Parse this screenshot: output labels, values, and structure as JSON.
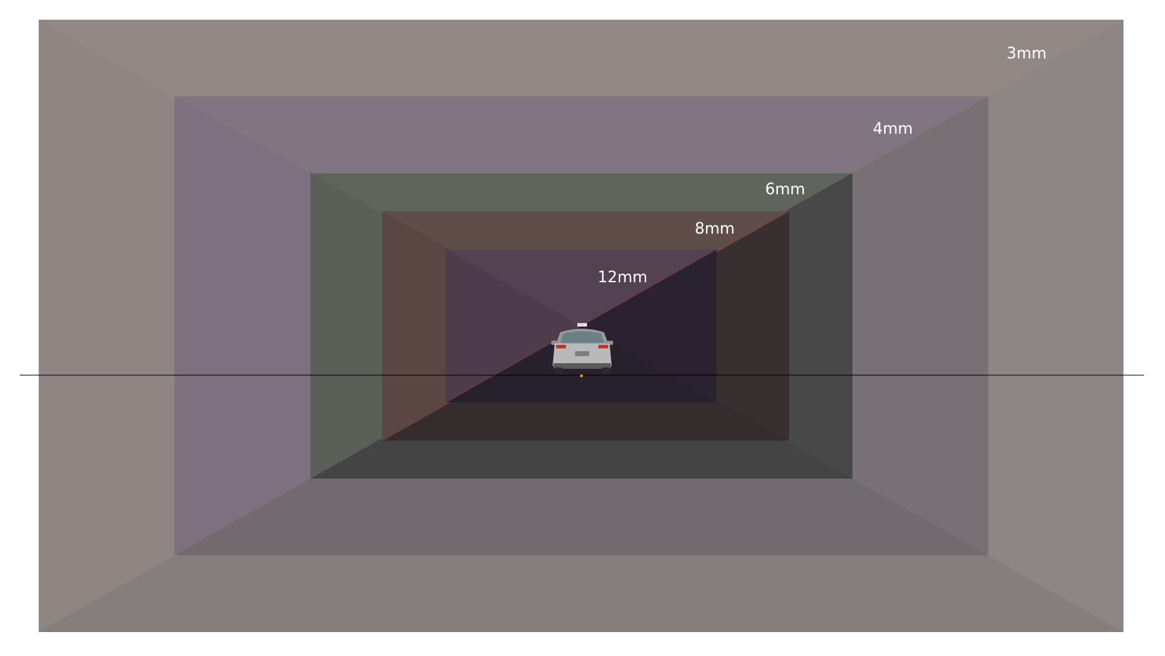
{
  "diagram": {
    "frames": [
      {
        "label": "3mm",
        "base_color": "#8c8684",
        "tint_color": "#8f8583"
      },
      {
        "label": "4mm",
        "base_color": "#787075",
        "tint_color": "#7e707e"
      },
      {
        "label": "6mm",
        "base_color": "#484848",
        "tint_color": "#5a5f58"
      },
      {
        "label": "8mm",
        "base_color": "#383030",
        "tint_color": "#5a4744"
      },
      {
        "label": "12mm",
        "base_color": "#2a2230",
        "tint_color": "#4e3b4b"
      }
    ],
    "horizon_line_color": "#000000",
    "center_marker_color": "#ff9900",
    "diagonal_accent_color": "#8a3a3a",
    "vehicle": {
      "icon": "rear-view-suv-icon",
      "body_color": "#b9b9b9"
    }
  }
}
